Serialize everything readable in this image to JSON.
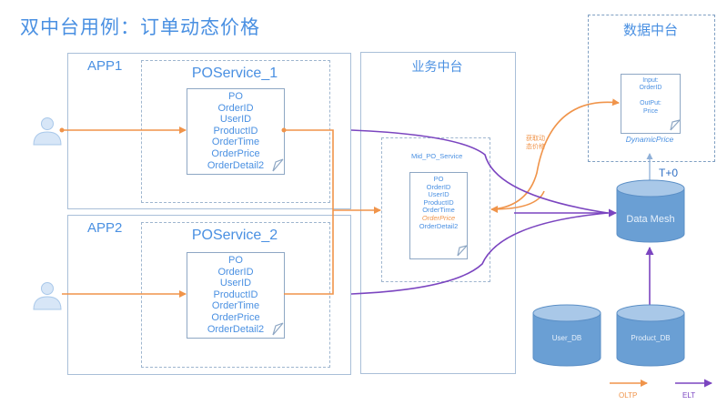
{
  "title": "双中台用例：订单动态价格",
  "app1": {
    "label": "APP1",
    "service": "POService_1",
    "fields": [
      "PO",
      "OrderID",
      "UserID",
      "ProductID",
      "OrderTime",
      "OrderPrice",
      "OrderDetail2"
    ]
  },
  "app2": {
    "label": "APP2",
    "service": "POService_2",
    "fields": [
      "PO",
      "OrderID",
      "UserID",
      "ProductID",
      "OrderTime",
      "OrderPrice",
      "OrderDetail2"
    ]
  },
  "business_platform": {
    "label": "业务中台",
    "service": "Mid_PO_Service",
    "fields": [
      {
        "text": "PO",
        "highlight": false
      },
      {
        "text": "OrderID",
        "highlight": false
      },
      {
        "text": "UserID",
        "highlight": false
      },
      {
        "text": "ProductID",
        "highlight": false
      },
      {
        "text": "OrderTime",
        "highlight": false
      },
      {
        "text": "OrderPrice",
        "highlight": true
      },
      {
        "text": "OrderDetail2",
        "highlight": false
      }
    ]
  },
  "data_platform": {
    "label": "数据中台",
    "doc_lines": [
      "Input:",
      "OrderID",
      "",
      "OutPut:",
      "Price"
    ],
    "doc_caption": "DynamicPrice",
    "sync_label": "T+0"
  },
  "fetch_label": [
    "获取动",
    "态价格"
  ],
  "databases": {
    "mesh": "Data Mesh",
    "user": "User_DB",
    "product": "Product_DB"
  },
  "legend": [
    {
      "label": "OLTP",
      "color": "#f0944a"
    },
    {
      "label": "ELT",
      "color": "#7b45c0"
    }
  ],
  "colors": {
    "accent_blue": "#4a90e2",
    "oltp": "#f0944a",
    "elt": "#7b45c0",
    "db_fill": "#6a9fd4",
    "db_top": "#a9c8e8"
  }
}
